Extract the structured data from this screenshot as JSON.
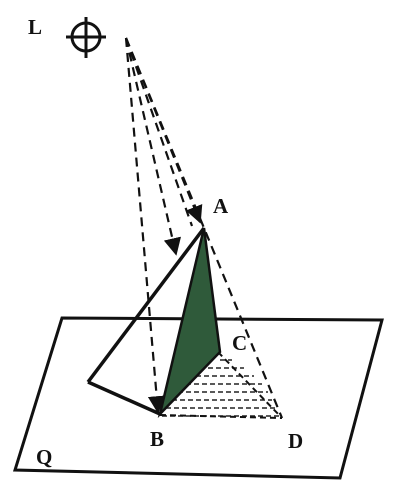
{
  "diagram": {
    "labels": {
      "light": "L",
      "a": "A",
      "b": "B",
      "c": "C",
      "d": "D",
      "plane": "Q"
    },
    "icons": {
      "light_source": "crosshair-icon"
    },
    "colors": {
      "line": "#111111",
      "face_fill": "#2f5a3a",
      "shadow_hatch": "#222222",
      "background": "#ffffff"
    }
  }
}
